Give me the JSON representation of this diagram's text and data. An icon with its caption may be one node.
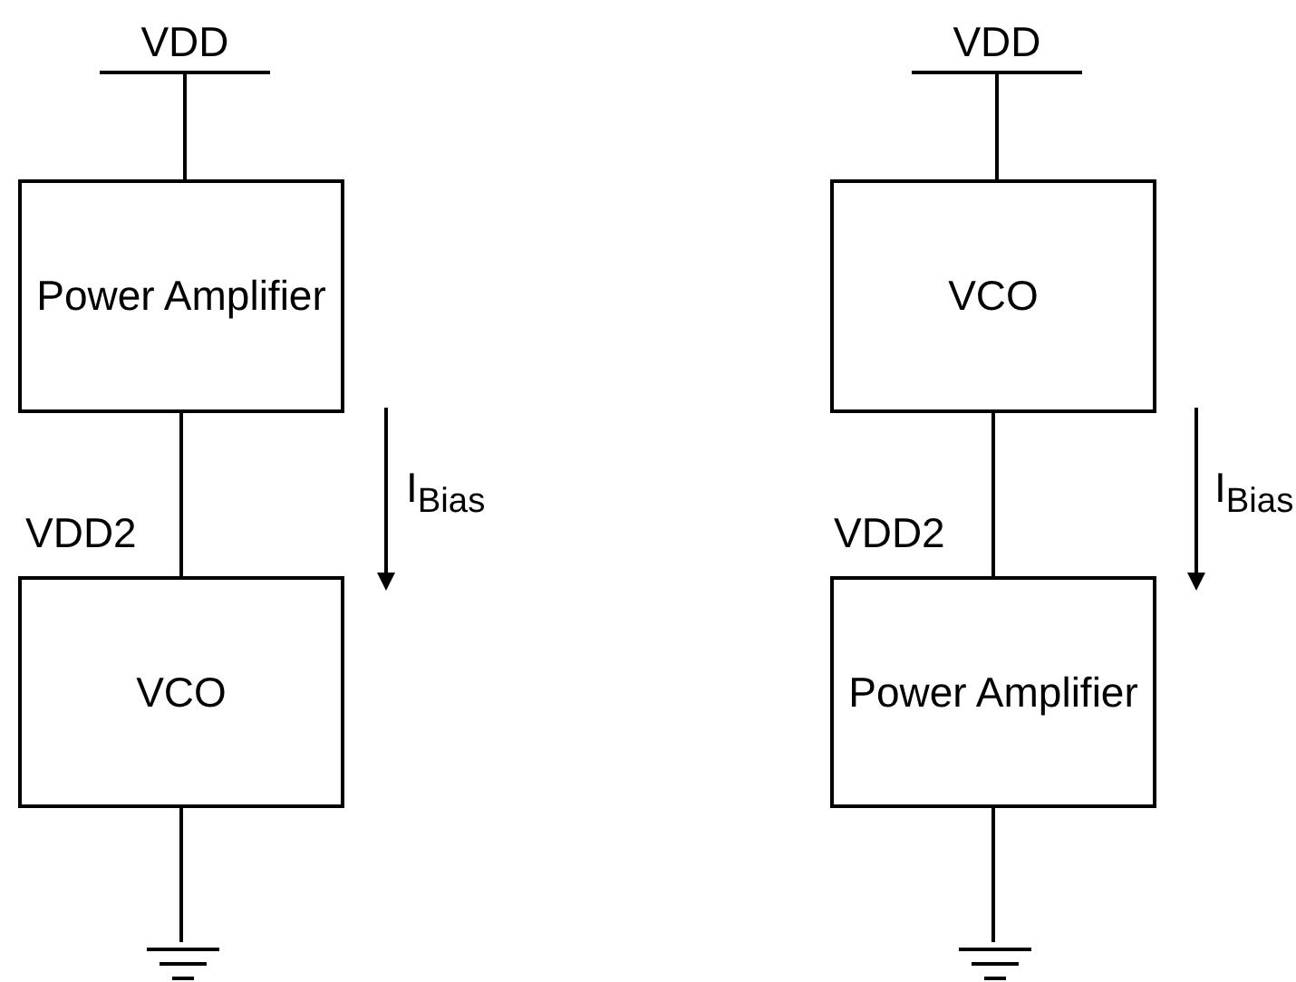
{
  "diagram": {
    "nodes": [
      {
        "text": [
          "VDD"
        ]
      },
      {
        "text": [
          "Power Amplifier"
        ]
      },
      {
        "text": [
          "VCO"
        ]
      },
      {
        "text": [],
        "shape": "ground"
      },
      {
        "text": [
          "VDD"
        ]
      },
      {
        "text": [
          "VCO"
        ]
      },
      {
        "text": [
          "Power Amplifier"
        ]
      },
      {
        "text": [],
        "shape": "ground"
      }
    ],
    "edges": [
      {
        "from": 0,
        "to": 1,
        "arrow": "none"
      },
      {
        "from": 1,
        "to": 2,
        "arrow": "none"
      },
      {
        "from": 2,
        "to": 3,
        "arrow": "none"
      },
      {
        "from": 4,
        "to": 5,
        "arrow": "none"
      },
      {
        "from": 5,
        "to": 6,
        "arrow": "none"
      },
      {
        "from": 6,
        "to": 7,
        "arrow": "none"
      }
    ],
    "labels": [
      "VDD2",
      "I$_{Bias}$",
      "VDD2",
      "I$_{Bias}$"
    ]
  }
}
